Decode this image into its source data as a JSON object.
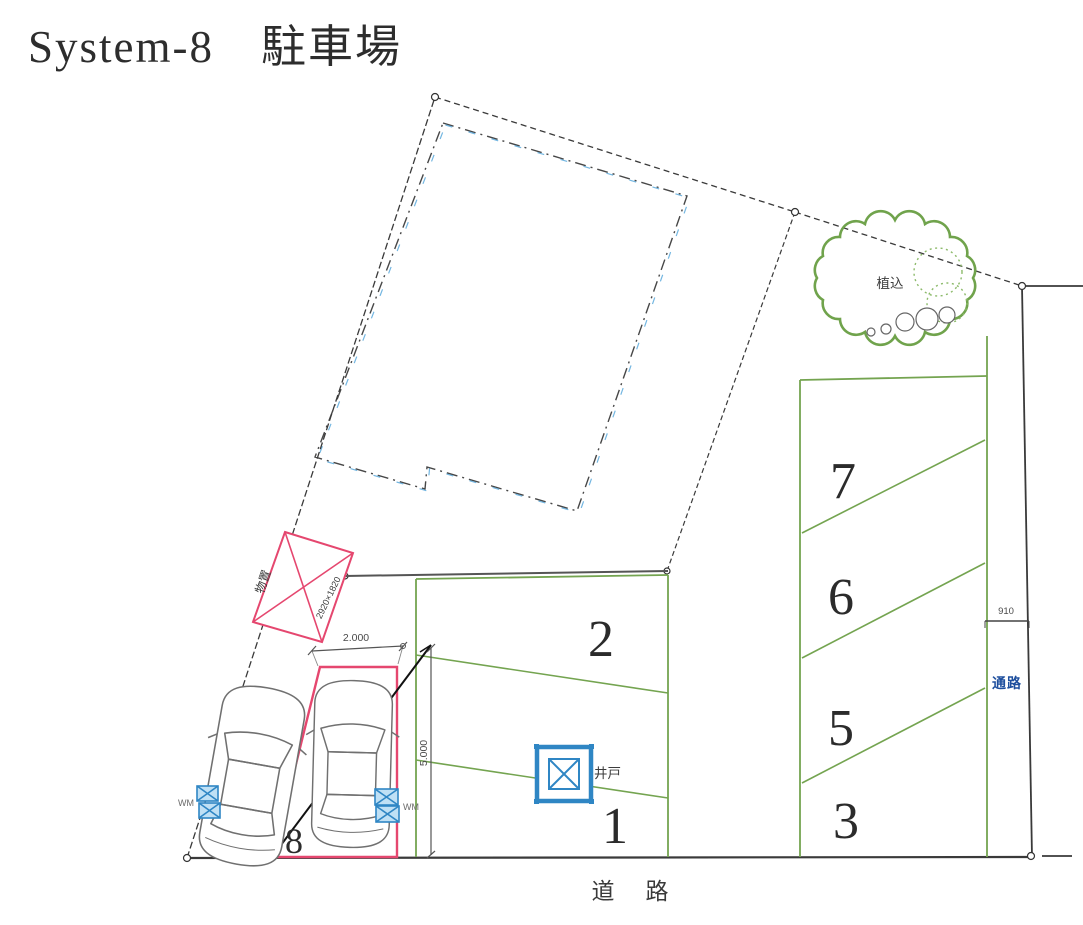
{
  "title": "System-8　駐車場",
  "site": {
    "road_label": "道　路",
    "passage_label": "通路",
    "passage_width": "910"
  },
  "features": {
    "planting_label": "植込",
    "well_label": "井戸",
    "shed_label": "物置",
    "shed_size": "2920×1820",
    "water_meter_left": "WM",
    "water_meter_right": "WM"
  },
  "dimensions": {
    "space8_width_m": "2.000",
    "space8_depth_m": "5.000"
  },
  "spaces": {
    "space_1": "1",
    "space_2": "2",
    "space_3": "3",
    "space_5": "5",
    "space_6": "6",
    "space_7": "7",
    "space_8": "8"
  },
  "colors": {
    "boundary": "#3a3a3a",
    "parking_line": "#74a450",
    "accent_pink": "#e5476f",
    "water_blue": "#2f86c4",
    "passage_text": "#1e4f9e"
  }
}
